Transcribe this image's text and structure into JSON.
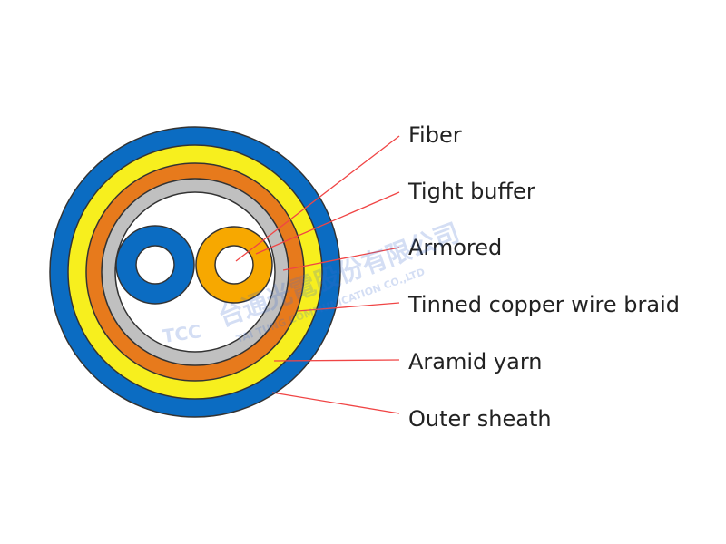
{
  "colors": {
    "outer_sheath": "#0b6cc2",
    "aramid_yarn": "#f7ef1e",
    "copper_braid": "#e77a1c",
    "armored": "#c0c0c0",
    "core_fill": "#ffffff",
    "fiber_left_buffer": "#0b6cc2",
    "fiber_right_buffer": "#f7a800",
    "fiber_center": "#ffffff",
    "leader_line": "#f04545",
    "outline": "#333333",
    "label_text": "#222222"
  },
  "labels": {
    "fiber": "Fiber",
    "tight_buffer": "Tight buffer",
    "armored": "Armored",
    "braid": "Tinned copper wire braid",
    "aramid": "Aramid yarn",
    "sheath": "Outer sheath"
  },
  "watermark": {
    "logo": "TCC",
    "line1": "台通光電股份有限公司",
    "line2": "TAI TUNG COMMUNICATION CO.,LTD"
  }
}
